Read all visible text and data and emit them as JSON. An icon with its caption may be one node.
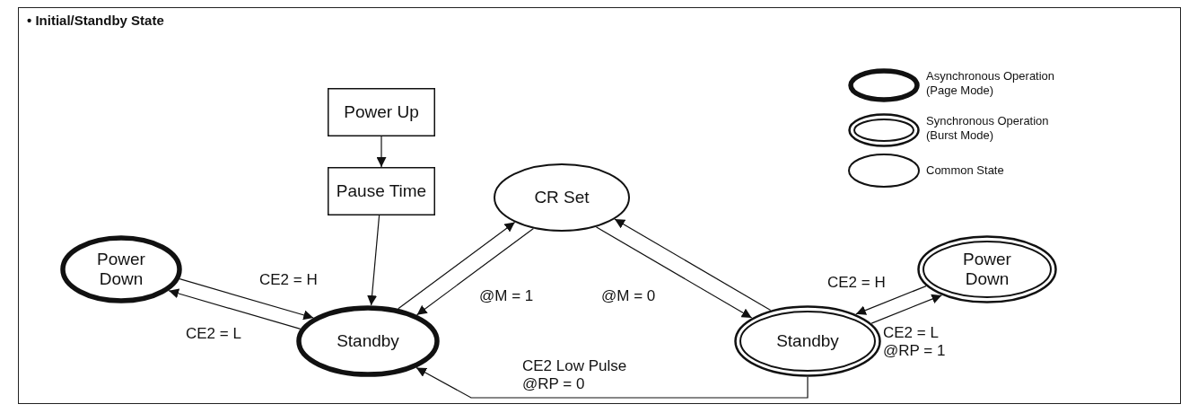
{
  "diagram": {
    "title": "• Initial/Standby State",
    "nodes": [
      {
        "text": [
          "Power Up"
        ]
      },
      {
        "text": [
          "Pause Time"
        ]
      },
      {
        "text": [
          "Power Down"
        ]
      },
      {
        "text": [
          "Standby"
        ]
      },
      {
        "text": [
          "CR Set"
        ]
      },
      {
        "text": [
          "Standby"
        ]
      },
      {
        "text": [
          "Power Down"
        ]
      }
    ],
    "edges": [
      {
        "from": 0,
        "to": 1,
        "arrow": "to"
      },
      {
        "from": 1,
        "to": 3,
        "arrow": "to"
      },
      {
        "from": 2,
        "to": 3,
        "arrow": "to",
        "label": "CE2 = H"
      },
      {
        "from": 3,
        "to": 2,
        "arrow": "to",
        "label": "CE2 = L"
      },
      {
        "from": 3,
        "to": 4,
        "arrow": "to"
      },
      {
        "from": 4,
        "to": 3,
        "arrow": "to",
        "label": "@M = 1"
      },
      {
        "from": 4,
        "to": 5,
        "arrow": "to",
        "label": "@M = 0"
      },
      {
        "from": 5,
        "to": 4,
        "arrow": "to"
      },
      {
        "from": 6,
        "to": 5,
        "arrow": "to",
        "label": "CE2 = H"
      },
      {
        "from": 5,
        "to": 6,
        "arrow": "to",
        "label": "CE2 = L @RP = 1"
      },
      {
        "from": 5,
        "to": 3,
        "arrow": "to",
        "label": "CE2 Low Pulse @RP = 0"
      }
    ],
    "legend": [
      {
        "text": "Asynchronous Operation (Page Mode)"
      },
      {
        "text": "Synchronous Operation (Burst Mode)"
      },
      {
        "text": "Common State"
      }
    ]
  }
}
